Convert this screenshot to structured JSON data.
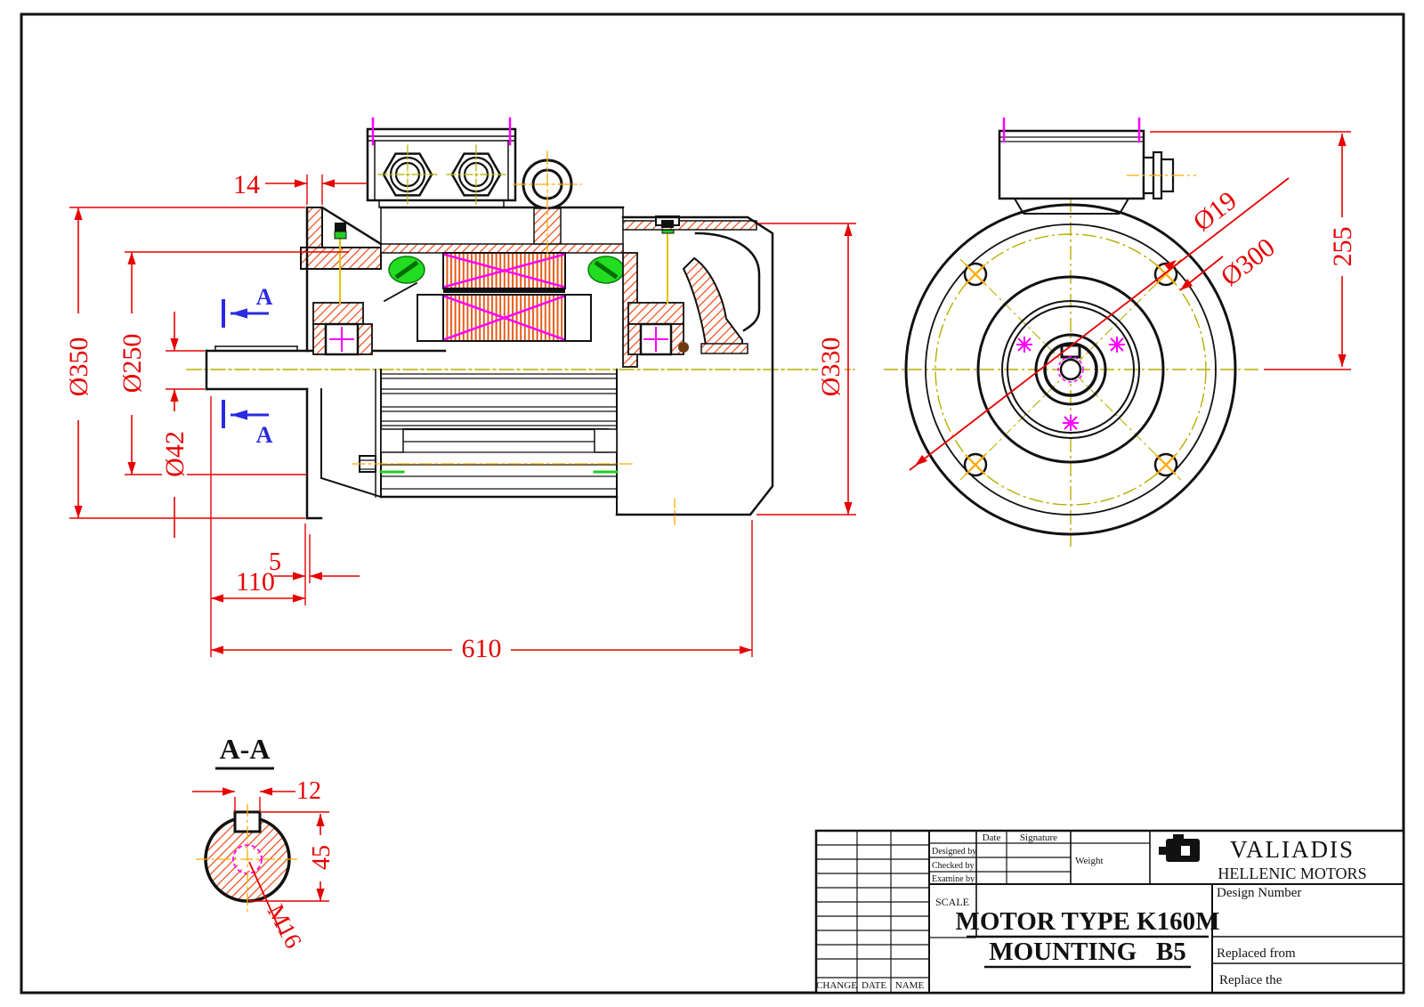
{
  "titleblock": {
    "company": "VALIADIS",
    "company_sub": "HELLENIC MOTORS",
    "title_line1": "MOTOR TYPE K160M",
    "title_line2": "MOUNTING   B5",
    "design_number_label": "Design Number",
    "replaced_from_label": "Replaced from",
    "replace_the_label": "Replace the",
    "scale_label": "SCALE",
    "weight_label": "Weight",
    "date_label": "Date",
    "signature_label": "Signature",
    "designed_by_label": "Designed by",
    "checked_by_label": "Checked by",
    "examine_by_label": "Examine by",
    "change_label": "CHANGE",
    "date_col_label": "DATE",
    "name_label": "NAME"
  },
  "main_view": {
    "dim_flange_thickness": "14",
    "dim_flange_od": "Ø350",
    "dim_spigot_od": "Ø250",
    "dim_shaft_od": "Ø42",
    "dim_spigot_depth": "5",
    "dim_shaft_length": "110",
    "dim_total_length": "610",
    "dim_frame_od": "Ø330",
    "section_arrow_label": "A"
  },
  "front_view": {
    "dim_bolt_hole": "Ø19",
    "dim_bolt_circle": "Ø300",
    "dim_height_above_axis": "255"
  },
  "section_aa": {
    "title": "A-A",
    "dim_key_width": "12",
    "dim_key_depth": "45",
    "dim_thread": "M16"
  }
}
